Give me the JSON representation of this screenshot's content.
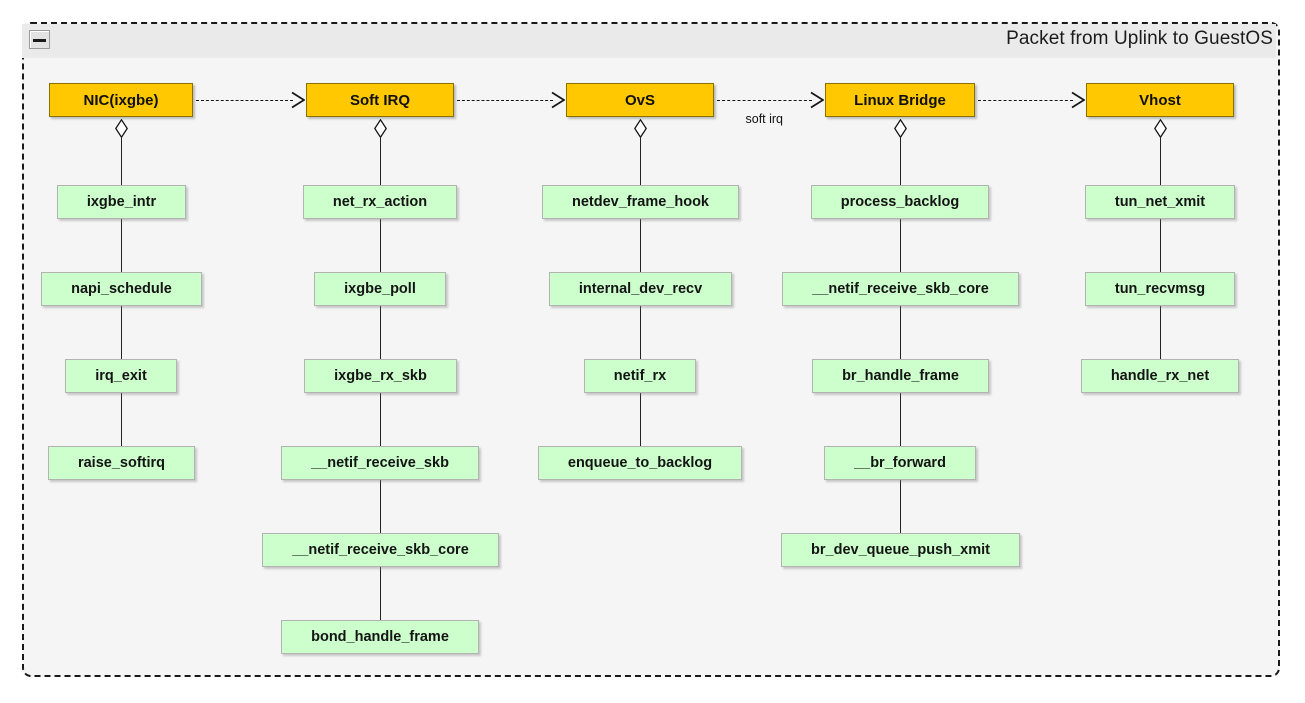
{
  "frame": {
    "title": "Packet from Uplink to GuestOS",
    "collapse_icon": "minus-icon",
    "border_style": "dashed",
    "background": "#f5f5f5",
    "titlebar_background": "#eaeaea"
  },
  "colors": {
    "lifeline_header_fill": "#ffc800",
    "lifeline_header_stroke": "#8a7000",
    "activity_fill": "#ccffcc",
    "activity_stroke": "#b3b3b3",
    "line": "#161616",
    "text": "#101010"
  },
  "messages": [
    {
      "from": "NIC(ixgbe)",
      "to": "Soft IRQ",
      "label": ""
    },
    {
      "from": "Soft IRQ",
      "to": "OvS",
      "label": ""
    },
    {
      "from": "OvS",
      "to": "Linux Bridge",
      "label": "soft irq"
    },
    {
      "from": "Linux Bridge",
      "to": "Vhost",
      "label": ""
    }
  ],
  "lifelines": [
    {
      "id": "nic",
      "header": "NIC(ixgbe)",
      "connector_icon": "diamond-icon",
      "nodes": [
        "ixgbe_intr",
        "napi_schedule",
        "irq_exit",
        "raise_softirq"
      ]
    },
    {
      "id": "softirq",
      "header": "Soft IRQ",
      "connector_icon": "diamond-icon",
      "nodes": [
        "net_rx_action",
        "ixgbe_poll",
        "ixgbe_rx_skb",
        "__netif_receive_skb",
        "__netif_receive_skb_core",
        "bond_handle_frame"
      ]
    },
    {
      "id": "ovs",
      "header": "OvS",
      "connector_icon": "diamond-icon",
      "nodes": [
        "netdev_frame_hook",
        "internal_dev_recv",
        "netif_rx",
        "enqueue_to_backlog"
      ]
    },
    {
      "id": "bridge",
      "header": "Linux Bridge",
      "connector_icon": "diamond-icon",
      "nodes": [
        "process_backlog",
        "__netif_receive_skb_core",
        "br_handle_frame",
        "__br_forward",
        "br_dev_queue_push_xmit"
      ]
    },
    {
      "id": "vhost",
      "header": "Vhost",
      "connector_icon": "diamond-icon",
      "nodes": [
        "tun_net_xmit",
        "tun_recvmsg",
        "handle_rx_net"
      ]
    }
  ]
}
